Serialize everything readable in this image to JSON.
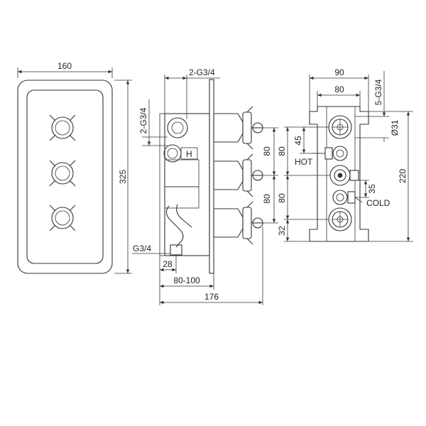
{
  "front_view": {
    "width_label": "160",
    "height_label": "325"
  },
  "side_view": {
    "outlet_label": "2-G3/4",
    "inlet_label": "2-G3/4",
    "bottom_outlet_label": "G3/4",
    "spacing_1_label": "80",
    "spacing_2_label": "80",
    "depth_28_label": "28",
    "depth_range_label": "80-100",
    "depth_total_label": "176"
  },
  "rear_view": {
    "width_90_label": "90",
    "width_80_label": "80",
    "ports_label": "5-G3/4",
    "diameter_label": "Ø31",
    "height_220_label": "220",
    "dim_45_label": "45",
    "dim_80a_label": "80",
    "dim_80b_label": "80",
    "dim_35_label": "35",
    "dim_32_label": "32",
    "hot_label": "HOT",
    "cold_label": "COLD"
  }
}
